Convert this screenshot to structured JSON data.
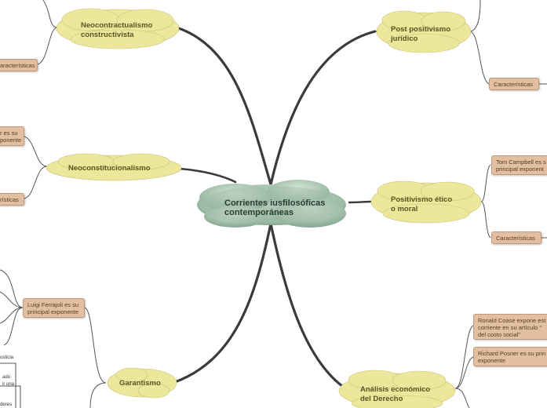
{
  "central": {
    "line1": "Corrientes iusfilosóficas",
    "line2": "contemporáneas"
  },
  "topics": {
    "neocontractualismo": {
      "line1": "Neocontractualismo",
      "line2": "constructivista"
    },
    "neoconstitucionalismo": {
      "line1": "Neoconstitucionalismo"
    },
    "garantismo": {
      "line1": "Garantismo"
    },
    "post_positivismo": {
      "line1": "Post positivismo",
      "line2": "jurídico"
    },
    "positivismo_etico": {
      "line1": "Positivismo ético",
      "line2": "o moral"
    },
    "analisis_economico": {
      "line1": "Análisis económico",
      "line2": "del Derecho"
    }
  },
  "leaves": {
    "neocontract_caracteristicas": "aracterísticas",
    "neoconst_exponente_1": "r es su",
    "neoconst_exponente_2": "ponente",
    "neoconst_caracteristicas": "rísticas",
    "ferrajoli_1": "Luigi Ferrajoli es su",
    "ferrajoli_2": "principal exponente",
    "postpos_caracteristicas": "Características",
    "campbell_1": "Tom Campbell es s",
    "campbell_2": "principal exponent",
    "positivismo_caracteristicas": "Características",
    "coase_1": "Ronald Coase expone est",
    "coase_2": "corriente en su artículo \"",
    "coase_3": "del costo social\"",
    "posner_1": "Richard Posner es su prin",
    "posner_2": "exponente"
  },
  "fragments": {
    "f1": "usticia",
    "f2": "ado",
    "f3": "ir una",
    "f4": "deres"
  },
  "colors": {
    "central_fill": "#a9c4b0",
    "topic_fill": "#ede79c",
    "leaf_fill": "#e2bfa0",
    "branch": "#3b3b3b"
  }
}
